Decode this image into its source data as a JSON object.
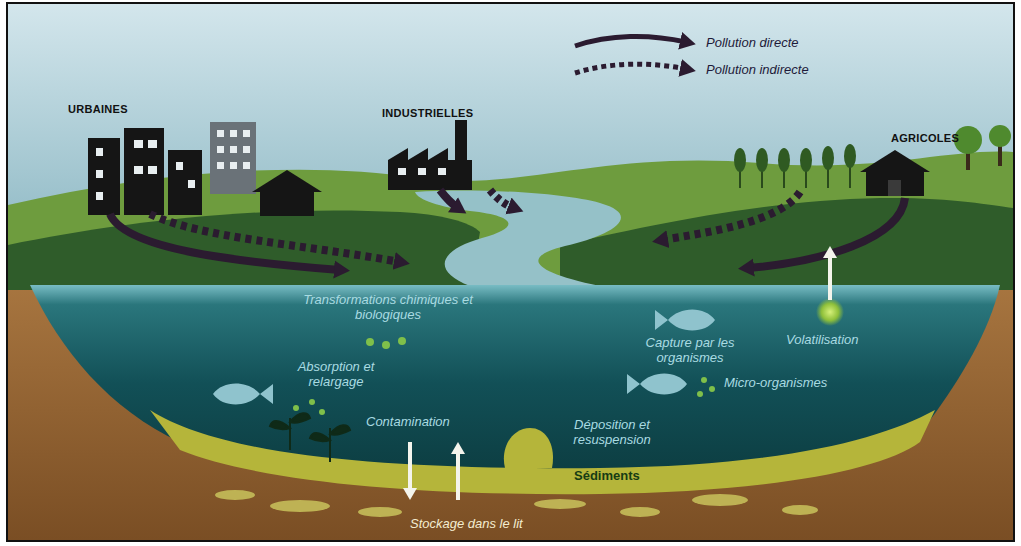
{
  "diagram": {
    "labels": [
      "URBAINES",
      "INDUSTRIELLES",
      "AGRICOLES",
      "Transformations chimiques et biologiques",
      "Absorption et relargage",
      "Capture par les organismes",
      "Volatilisation",
      "Micro-organismes",
      "Contamination",
      "Déposition et resuspension",
      "Sédiments",
      "Stockage dans le lit"
    ],
    "legend": [
      {
        "text": "Pollution directe"
      },
      {
        "text": "Pollution indirecte"
      }
    ]
  }
}
